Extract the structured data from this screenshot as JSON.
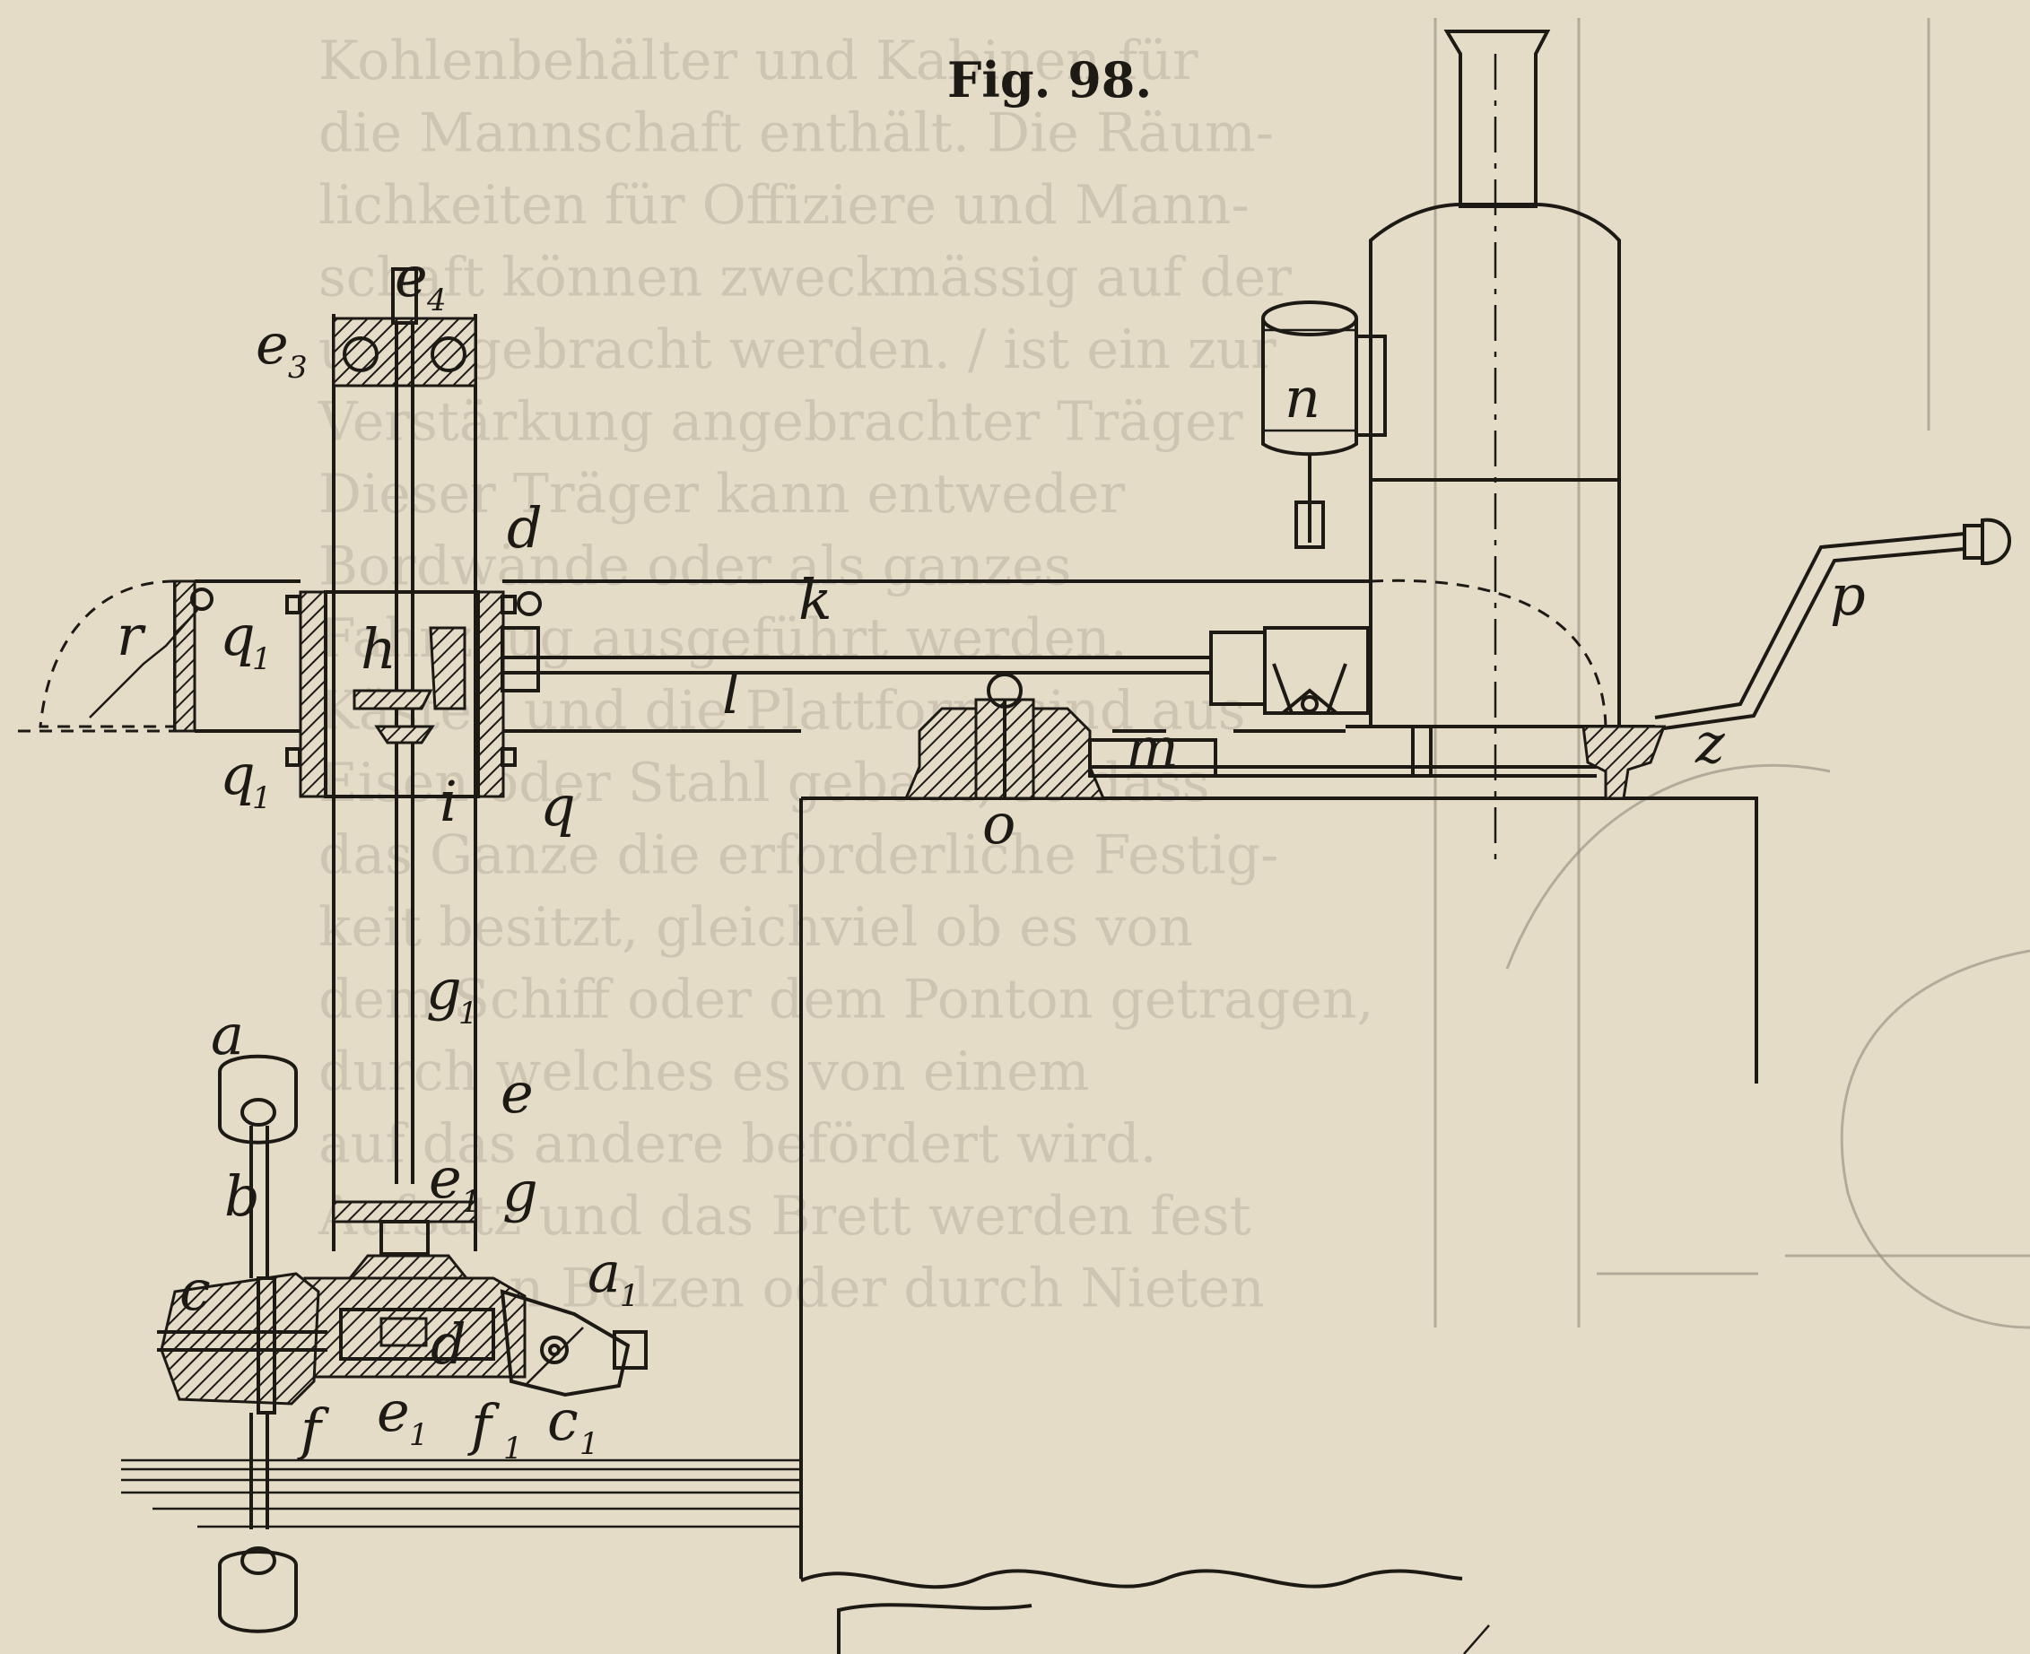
{
  "figure": {
    "title": "Fig. 98.",
    "labels": [
      {
        "id": "e4",
        "base": "e",
        "sub": "4"
      },
      {
        "id": "e3",
        "base": "e",
        "sub": "3"
      },
      {
        "id": "n",
        "base": "n",
        "sub": ""
      },
      {
        "id": "d",
        "base": "d",
        "sub": ""
      },
      {
        "id": "k",
        "base": "k",
        "sub": ""
      },
      {
        "id": "p",
        "base": "p",
        "sub": ""
      },
      {
        "id": "q1-top",
        "base": "q",
        "sub": "1"
      },
      {
        "id": "h",
        "base": "h",
        "sub": ""
      },
      {
        "id": "r",
        "base": "r",
        "sub": ""
      },
      {
        "id": "l",
        "base": "l",
        "sub": ""
      },
      {
        "id": "q1-bottom",
        "base": "q",
        "sub": "1"
      },
      {
        "id": "i",
        "base": "i",
        "sub": ""
      },
      {
        "id": "q",
        "base": "q",
        "sub": ""
      },
      {
        "id": "m",
        "base": "m",
        "sub": ""
      },
      {
        "id": "o",
        "base": "o",
        "sub": ""
      },
      {
        "id": "z",
        "base": "z",
        "sub": ""
      },
      {
        "id": "g1",
        "base": "g",
        "sub": "1"
      },
      {
        "id": "e",
        "base": "e",
        "sub": ""
      },
      {
        "id": "a",
        "base": "a",
        "sub": ""
      },
      {
        "id": "b",
        "base": "b",
        "sub": ""
      },
      {
        "id": "e1-upper",
        "base": "e",
        "sub": "1"
      },
      {
        "id": "g",
        "base": "g",
        "sub": ""
      },
      {
        "id": "a1",
        "base": "a",
        "sub": "1"
      },
      {
        "id": "c",
        "base": "c",
        "sub": ""
      },
      {
        "id": "d-lower",
        "base": "d",
        "sub": ""
      },
      {
        "id": "c1",
        "base": "c",
        "sub": "1"
      },
      {
        "id": "f",
        "base": "f",
        "sub": ""
      },
      {
        "id": "e1-lower",
        "base": "e",
        "sub": "1"
      },
      {
        "id": "f1",
        "base": "f",
        "sub": "1"
      }
    ]
  },
  "background_text": {
    "lines": [
      "Kohlenbehälter und Kabinen für",
      "die Mannschaft enthält. Die Räum-",
      "lichkeiten für Offiziere und Mann-",
      "schaft können zweckmässig auf der",
      "untergebracht werden. / ist ein zur",
      "Verstärkung angebrachter Träger",
      "Dieser Träger kann entweder",
      "Bordwände oder als ganzes",
      "Fahrzeug ausgeführt werden.",
      "Kästen und die Plattform sind aus",
      "Eisen oder Stahl gebaut, so dass",
      "das Ganze die erforderliche Festig-",
      "keit besitzt, gleichviel ob es von",
      "dem Schiff oder dem Ponton getragen,",
      "durch welches es von einem",
      "auf das andere befördert wird.",
      "Aufsatz und das Brett werden fest",
      "anderen Bolzen oder durch Nieten"
    ]
  }
}
